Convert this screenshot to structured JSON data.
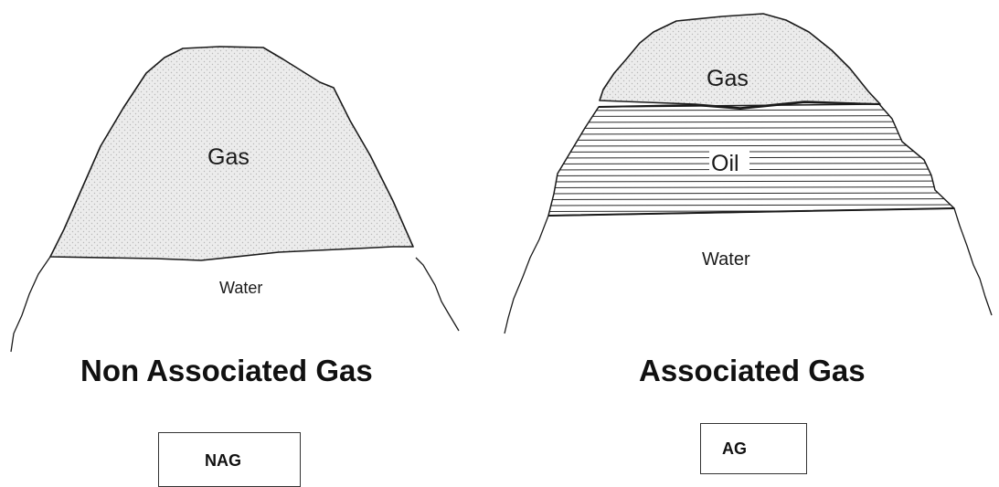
{
  "left_diagram": {
    "gas_label": "Gas",
    "water_label": "Water",
    "caption": "Non Associated Gas",
    "abbreviation": "NAG"
  },
  "right_diagram": {
    "gas_label": "Gas",
    "oil_label": "Oil",
    "water_label": "Water",
    "caption": "Associated Gas",
    "abbreviation": "AG"
  },
  "colors": {
    "outline": "#1a1a1a",
    "gas_fill": "#ececec",
    "gas_dot": "#b8b8b8",
    "oil_hatch": "#2a2a2a"
  }
}
